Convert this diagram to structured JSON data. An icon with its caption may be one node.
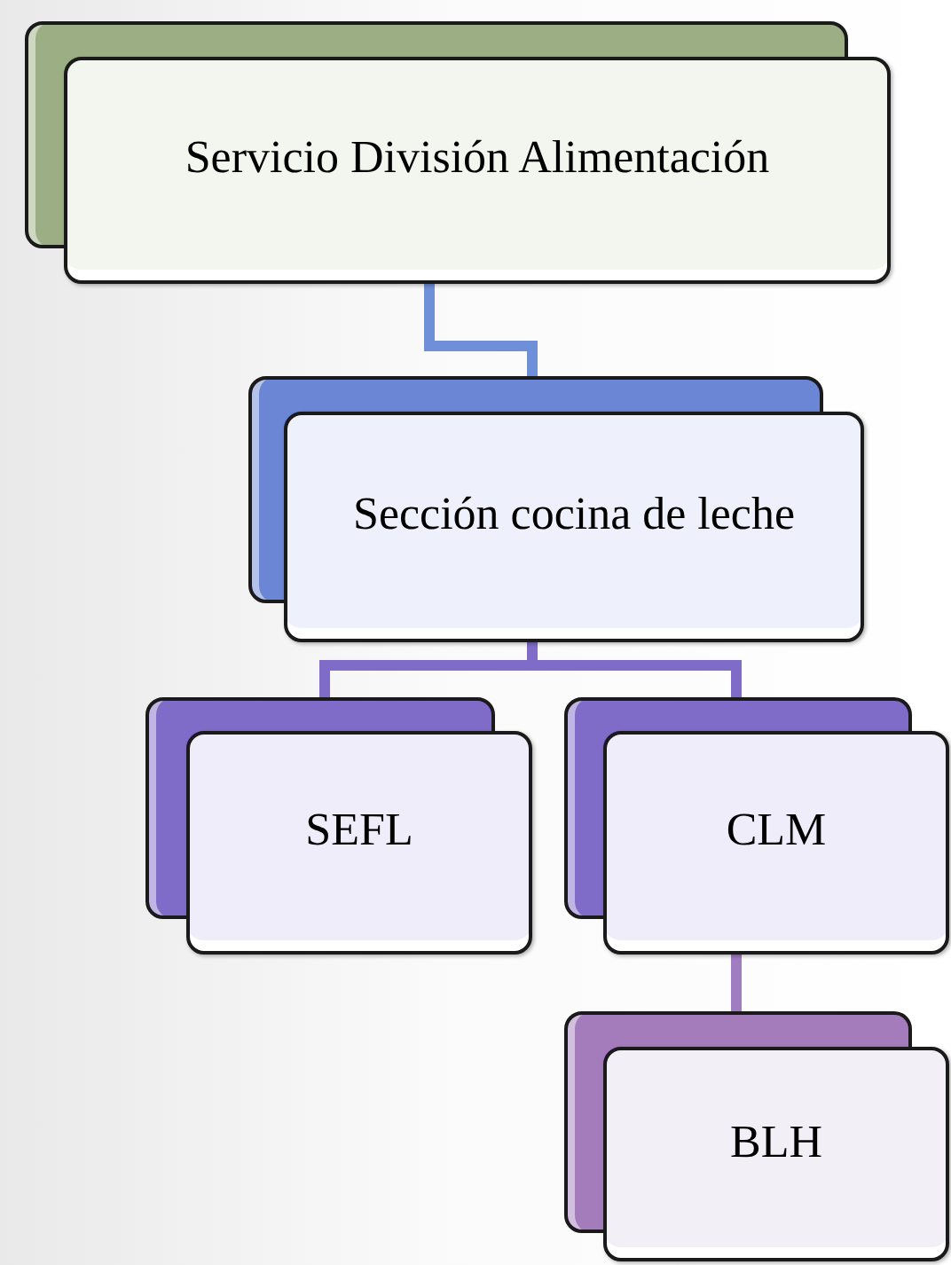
{
  "diagram": {
    "nodes": [
      {
        "text": [
          "Servicio División Alimentación"
        ]
      },
      {
        "text": [
          "Sección cocina de leche"
        ]
      },
      {
        "text": [
          "SEFL"
        ]
      },
      {
        "text": [
          "CLM"
        ]
      },
      {
        "text": [
          "BLH"
        ]
      }
    ],
    "edges": [
      {
        "from": 0,
        "to": 1,
        "arrow": "none",
        "color": "#6f8fd8"
      },
      {
        "from": 1,
        "to": 2,
        "arrow": "none"
      },
      {
        "from": 1,
        "to": 3,
        "arrow": "none"
      },
      {
        "from": 3,
        "to": 4,
        "arrow": "none",
        "color": "#a07cc0"
      }
    ]
  }
}
